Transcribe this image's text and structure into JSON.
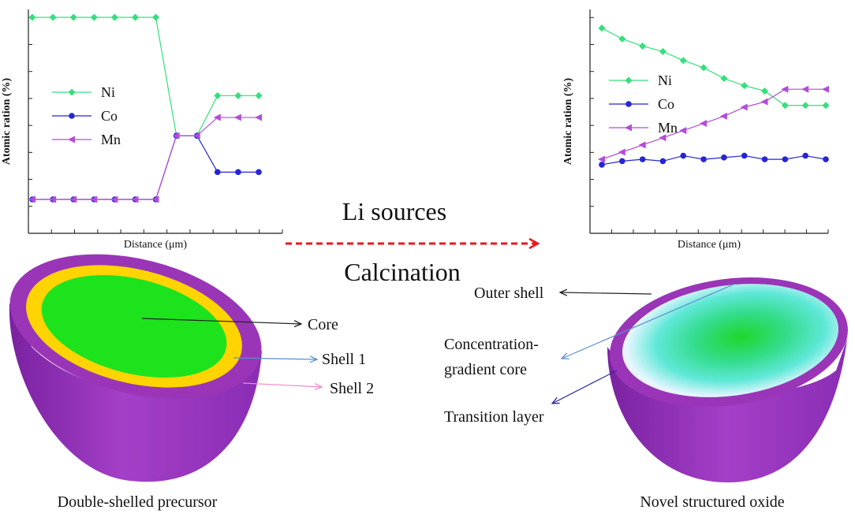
{
  "process": {
    "top_label": "Li sources",
    "bottom_label": "Calcination",
    "arrow_color": "#e8191c"
  },
  "left": {
    "caption": "Double-shelled precursor",
    "labels": {
      "core": "Core",
      "shell1": "Shell 1",
      "shell2": "Shell 2"
    },
    "colors": {
      "core": "#1de31d",
      "shell1": "#ffd400",
      "shell2": "#9a35b8"
    }
  },
  "right": {
    "caption": "Novel structured oxide",
    "labels": {
      "outer_shell": "Outer shell",
      "gradient_core_line1": "Concentration-",
      "gradient_core_line2": "gradient core",
      "transition_layer": "Transition layer"
    },
    "colors": {
      "center": "#1fd62a",
      "mid": "#5fe8d8",
      "edge": "#e6f6ff",
      "shell": "#9a35b8"
    }
  },
  "chart_data": [
    {
      "type": "line",
      "xlabel": "Distance (μm)",
      "ylabel": "Atomic ration (%)",
      "ylim": [
        0,
        100
      ],
      "x": [
        1,
        2,
        3,
        4,
        5,
        6,
        7,
        8,
        9,
        10,
        11,
        12
      ],
      "series": [
        {
          "name": "Ni",
          "color": "#33e07a",
          "marker": "diamond",
          "values": [
            100,
            100,
            100,
            100,
            100,
            100,
            100,
            35,
            35,
            57,
            57,
            57
          ]
        },
        {
          "name": "Co",
          "color": "#2525d6",
          "marker": "circle",
          "values": [
            0,
            0,
            0,
            0,
            0,
            0,
            0,
            35,
            35,
            15,
            15,
            15
          ]
        },
        {
          "name": "Mn",
          "color": "#b24cd9",
          "marker": "triangle-left",
          "values": [
            0,
            0,
            0,
            0,
            0,
            0,
            0,
            35,
            35,
            45,
            45,
            45
          ]
        }
      ],
      "legend": "left"
    },
    {
      "type": "line",
      "xlabel": "Distance (μm)",
      "ylabel": "Atomic ration (%)",
      "ylim": [
        0,
        100
      ],
      "x": [
        1,
        2,
        3,
        4,
        5,
        6,
        7,
        8,
        9,
        10,
        11,
        12
      ],
      "series": [
        {
          "name": "Ni",
          "color": "#33e07a",
          "marker": "diamond",
          "values": [
            94,
            88,
            84,
            81,
            76,
            72,
            66,
            62,
            59,
            51,
            51,
            51
          ]
        },
        {
          "name": "Co",
          "color": "#2525d6",
          "marker": "circle",
          "values": [
            18,
            20,
            21,
            20,
            23,
            21,
            22,
            23,
            21,
            21,
            23,
            21
          ]
        },
        {
          "name": "Mn",
          "color": "#b24cd9",
          "marker": "triangle-left",
          "values": [
            21,
            25,
            29,
            33,
            37,
            41,
            45,
            50,
            53,
            60,
            60,
            60
          ]
        }
      ],
      "legend": "left"
    }
  ]
}
